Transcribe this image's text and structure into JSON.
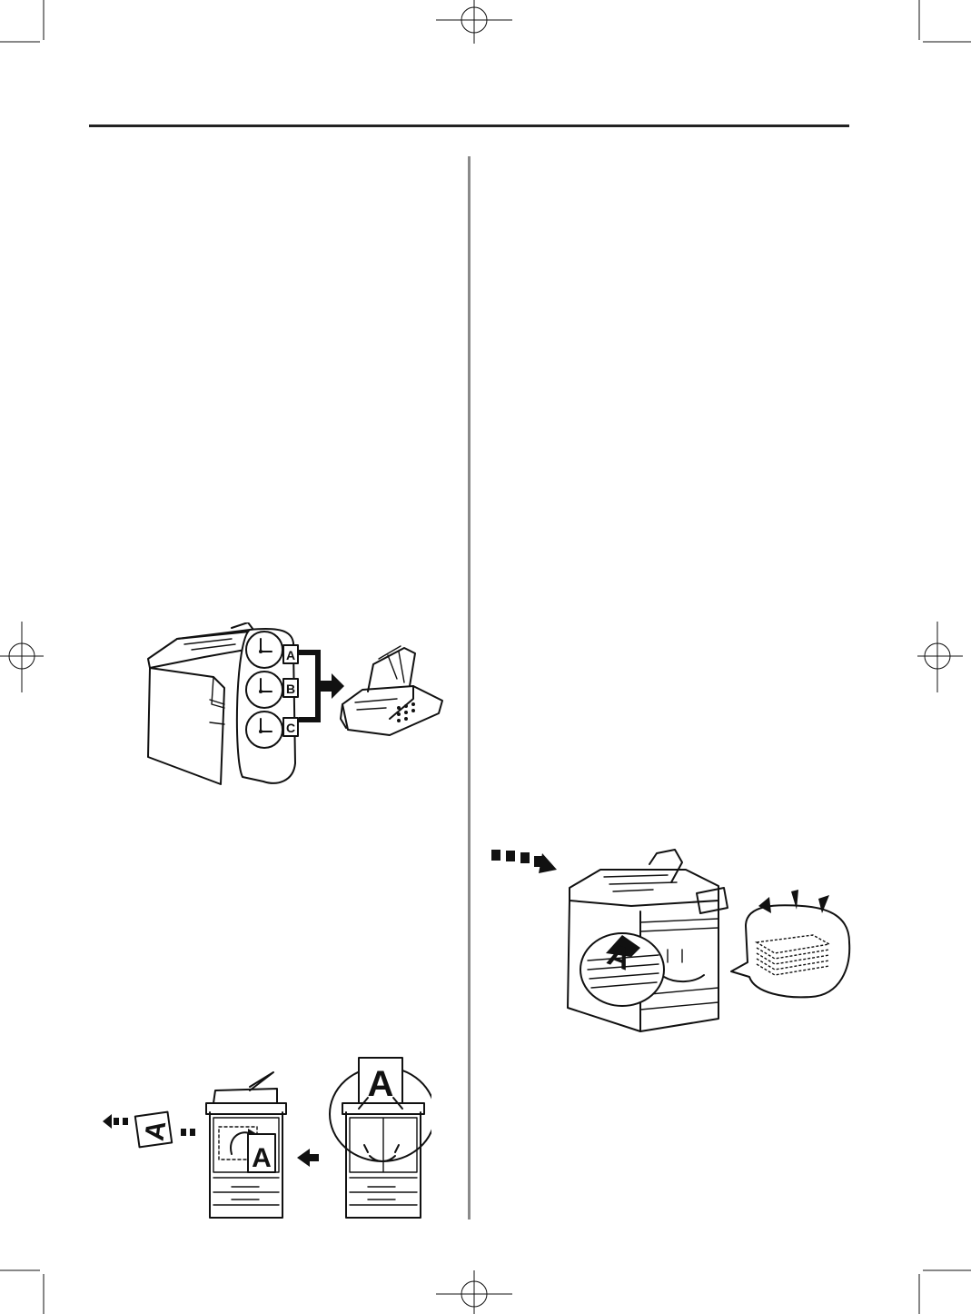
{
  "page": {
    "colors": {
      "ink": "#111111",
      "paper": "#ffffff",
      "rule": "#222222",
      "divider": "#8a8a8a"
    }
  },
  "illustrations": {
    "timer_fax": {
      "icons": [
        "copier-icon",
        "clock-icon",
        "fax-machine-icon",
        "arrow-icon"
      ],
      "labels": [
        "A",
        "B",
        "C"
      ]
    },
    "interrupt_copy": {
      "icons": [
        "copier-icon",
        "document-icon",
        "arrow-icon"
      ],
      "labels": [
        "A",
        "A",
        "A"
      ]
    },
    "memory_copy": {
      "icons": [
        "copier-icon",
        "paper-stack-icon",
        "speech-bubble-icon",
        "dashed-arrow-icon"
      ],
      "labels": [
        "A"
      ]
    }
  }
}
